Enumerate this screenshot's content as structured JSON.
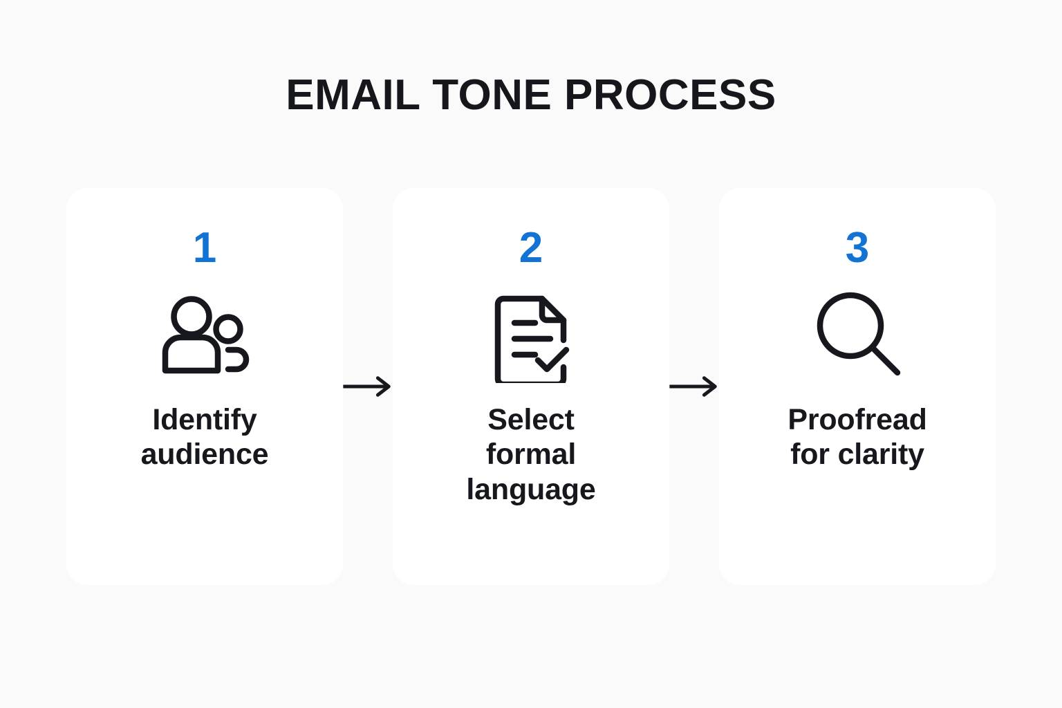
{
  "header": {
    "title": "EMAIL TONE PROCESS"
  },
  "theme": {
    "background": "#fafafb",
    "card_background": "#ffffff",
    "number_accent": "#1273d4",
    "text_color": "#16181d",
    "icon_color": "#16181d",
    "arrow_color": "#16181d"
  },
  "steps": [
    {
      "number": "1",
      "label": "Identify\naudience",
      "icon": "users-icon"
    },
    {
      "number": "2",
      "label": "Select\nformal\nlanguage",
      "icon": "document-check-icon"
    },
    {
      "number": "3",
      "label": "Proofread\nfor clarity",
      "icon": "magnifier-icon"
    }
  ],
  "connectors": [
    {
      "icon": "arrow-right-icon"
    },
    {
      "icon": "arrow-right-icon"
    }
  ]
}
